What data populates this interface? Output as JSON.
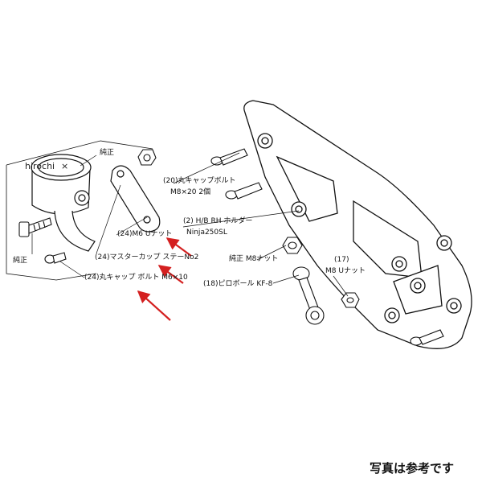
{
  "watermark": "hirochi",
  "labels": {
    "junsei_top": "純正",
    "junsei_left": "純正",
    "p20_line1": "(20)丸キャップボルト",
    "p20_line2": "M8×20 2個",
    "p2_line1": "(2) H/B RH ホルダー",
    "p2_line2": "Ninja250SL",
    "p24_nut": "(24)M6 Uナット",
    "p24_stay": "(24)マスターカップ ステーNo2",
    "p24_bolt": "(24)丸キャップ ボルト M6×10",
    "junsei_m8nut": "純正 M8ナット",
    "p17_line1": "(17)",
    "p17_line2": "M8 Uナット",
    "p18": "(18)ピロボール KF-8"
  },
  "footer": "写真は参考です",
  "colors": {
    "line": "#111111",
    "arrow": "#d42020",
    "background": "#ffffff"
  }
}
